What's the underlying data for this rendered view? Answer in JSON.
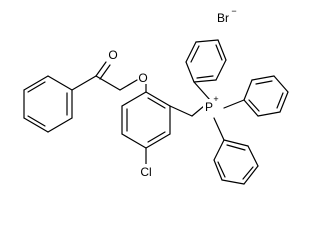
{
  "counter_ion": {
    "symbol": "Br",
    "charge": "−"
  },
  "phosphonium": {
    "symbol": "P",
    "charge": "+"
  },
  "carbonyl_oxygen": {
    "symbol": "O"
  },
  "ether_oxygen": {
    "symbol": "O"
  },
  "chlorine": {
    "symbol": "Cl"
  }
}
